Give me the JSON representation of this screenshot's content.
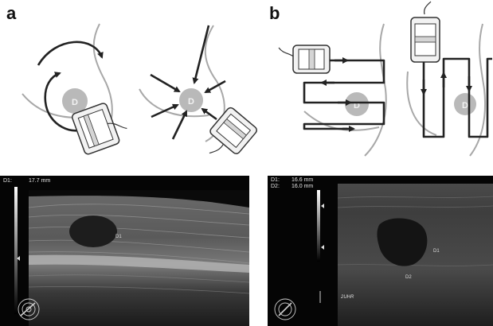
{
  "panels": {
    "a": {
      "letter": "a",
      "scan": {
        "measure_label": "D1:",
        "measure_value": "17.7 mm",
        "marker": "D1"
      }
    },
    "b": {
      "letter": "b",
      "scan": {
        "measure1_label": "D1:",
        "measure1_value": "16.6 mm",
        "measure2_label": "D2:",
        "measure2_value": "16.0 mm",
        "marker1": "D1",
        "marker2": "D2",
        "position_label": "2UHR"
      }
    }
  },
  "icons": [
    "circular-arrow-icon",
    "radial-arrow-icon",
    "transducer-icon",
    "breast-outline-icon",
    "meander-path-icon",
    "body-mark-icon"
  ],
  "colors": {
    "line": "#222222",
    "lesion_fill": "#b9b9b9",
    "outline": "#a8a8a8",
    "probe_fill": "#f2f2f2"
  }
}
